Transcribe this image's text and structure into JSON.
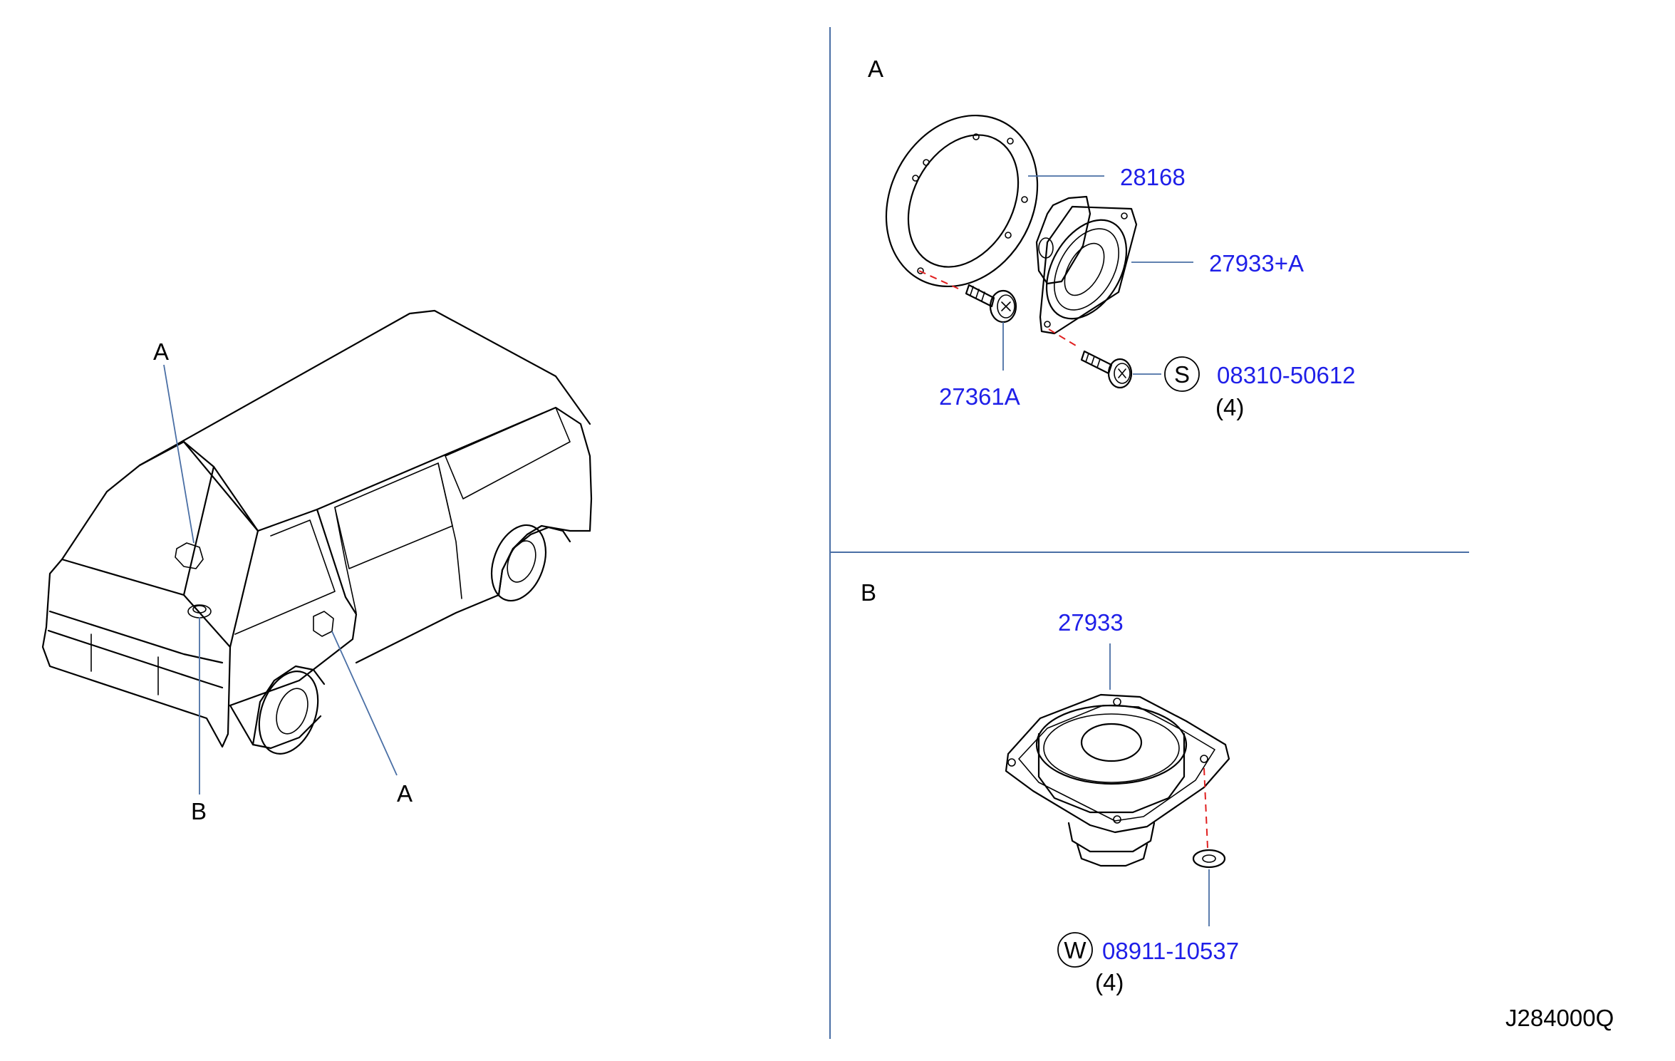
{
  "overview": {
    "callout_a_top": "A",
    "callout_a_side": "A",
    "callout_b": "B"
  },
  "section_a": {
    "label": "A",
    "parts": {
      "spacer": "28168",
      "speaker": "27933+A",
      "screw": "27361A",
      "bolt": "08310-50612",
      "bolt_qty": "(4)",
      "bolt_symbol": "S"
    }
  },
  "section_b": {
    "label": "B",
    "parts": {
      "speaker": "27933",
      "washer": "08911-10537",
      "washer_qty": "(4)",
      "washer_symbol": "W"
    }
  },
  "diagram_code": "J284000Q",
  "colors": {
    "part_number": "#1f1fe8",
    "leader_line": "#4a6fa5",
    "alignment_dash": "#e02020"
  }
}
